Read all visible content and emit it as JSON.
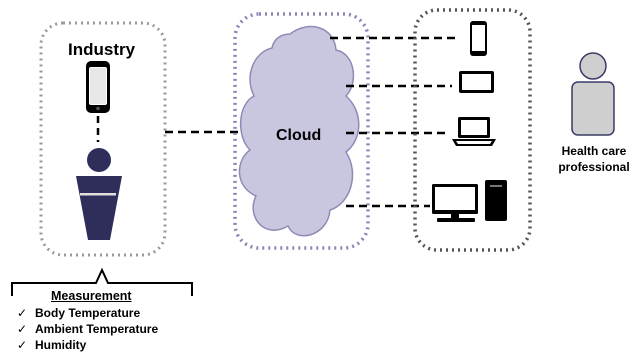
{
  "industry": {
    "title": "Industry"
  },
  "cloud": {
    "title": "Cloud"
  },
  "health_care": {
    "label": "Health care professional"
  },
  "measurement": {
    "title": "Measurement",
    "items": [
      "Body Temperature",
      "Ambient Temperature",
      "Humidity"
    ]
  },
  "colors": {
    "cloud_fill": "#c9c7e0",
    "cloud_border": "#8e8ab5",
    "person_fill": "#2f2d5a",
    "hcp_fill": "#cfcfcf",
    "hcp_outline": "#3a3a66",
    "box_border_grey": "#9a9a9a",
    "box_border_purple": "#8a86b8",
    "box_border_dark": "#555555"
  }
}
